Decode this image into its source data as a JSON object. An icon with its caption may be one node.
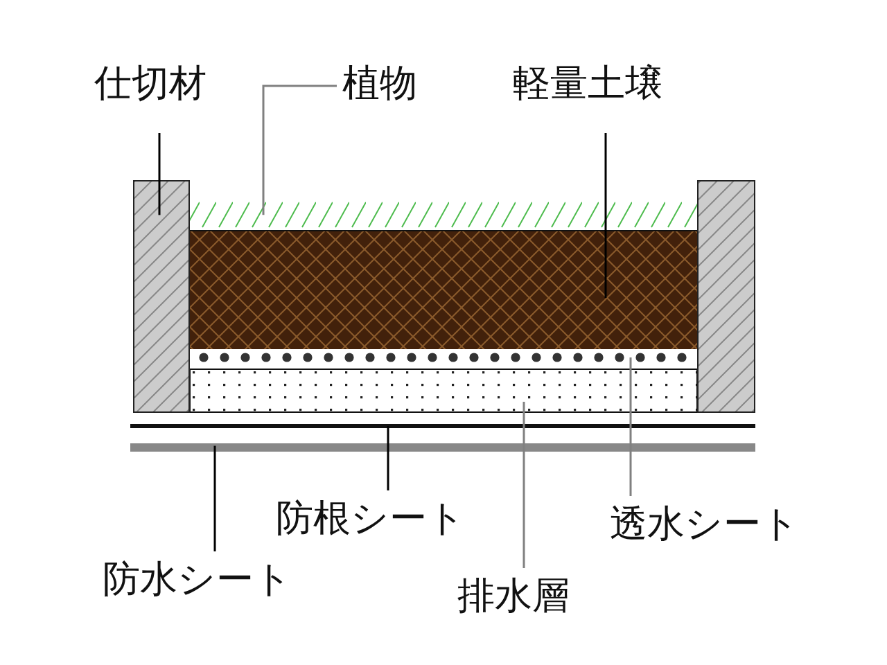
{
  "diagram": {
    "nodes": [
      {
        "text": [
          "仕切材"
        ]
      },
      {
        "text": [
          "植物"
        ]
      },
      {
        "text": [
          "軽量土壌"
        ]
      },
      {
        "text": [],
        "shape": "box"
      },
      {
        "text": [],
        "shape": "box"
      },
      {
        "text": [],
        "shape": "box"
      },
      {
        "text": [],
        "shape": "box"
      },
      {
        "text": [],
        "shape": "circles"
      },
      {
        "text": [],
        "shape": "box"
      },
      {
        "text": [],
        "shape": "bar"
      },
      {
        "text": [],
        "shape": "bar"
      },
      {
        "text": [
          "防根シート"
        ]
      },
      {
        "text": [
          "透水シート"
        ]
      },
      {
        "text": [
          "防水シート"
        ]
      },
      {
        "text": [
          "排水層"
        ]
      }
    ],
    "edges": [
      {
        "from": 0,
        "to": 3,
        "arrow": "none",
        "color": "#000000"
      },
      {
        "from": 1,
        "to": 5,
        "arrow": "none",
        "color": "#808080"
      },
      {
        "from": 2,
        "to": 6,
        "arrow": "none",
        "color": "#000000"
      },
      {
        "from": 12,
        "to": 7,
        "arrow": "none",
        "color": "#808080"
      },
      {
        "from": 14,
        "to": 8,
        "arrow": "none",
        "color": "#808080"
      },
      {
        "from": 11,
        "to": 9,
        "arrow": "none",
        "color": "#000000"
      },
      {
        "from": 13,
        "to": 10,
        "arrow": "none",
        "color": "#000000"
      }
    ]
  }
}
